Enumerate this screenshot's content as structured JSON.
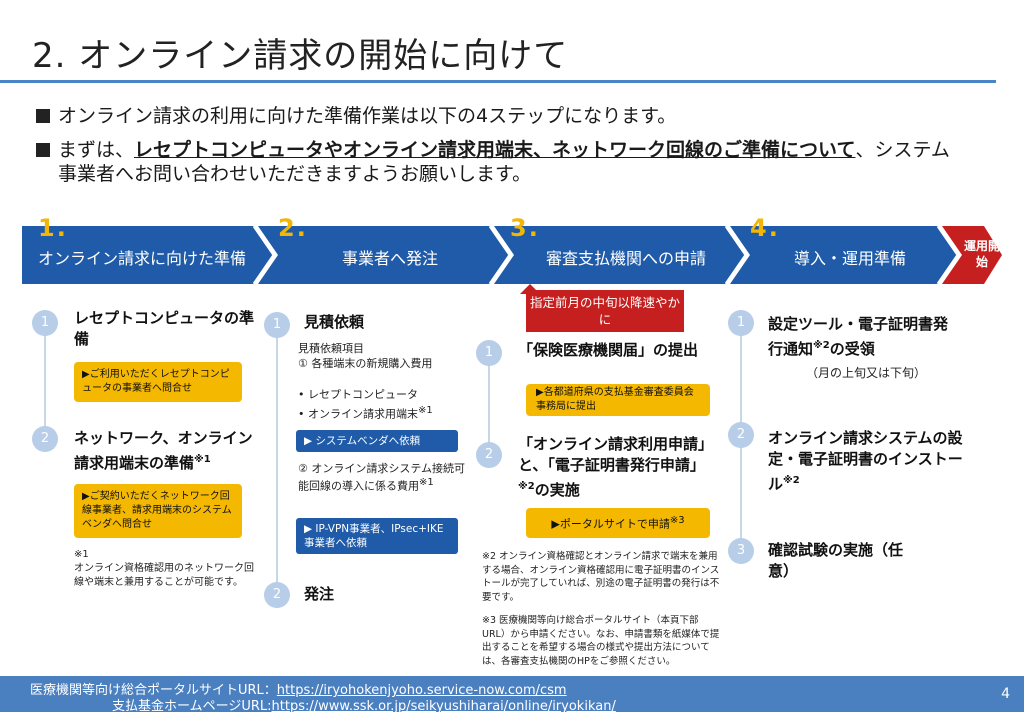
{
  "title": "2. オンライン請求の開始に向けて",
  "bullets": {
    "b1": "オンライン請求の利用に向けた準備作業は以下の4ステップになります。",
    "b2_pre": "まずは、",
    "b2_emph": "レセプトコンピュータやオンライン請求用端末、ネットワーク回線のご準備について",
    "b2_post": "、システム",
    "b2_line2": "事業者へお問い合わせいただきますようお願いします。"
  },
  "steps": [
    {
      "num": "1.",
      "label": "オンライン請求に向けた準備"
    },
    {
      "num": "2.",
      "label": "事業者へ発注"
    },
    {
      "num": "3.",
      "label": "審査支払機関への申請"
    },
    {
      "num": "4.",
      "label": "導入・運用準備"
    }
  ],
  "goal_label": "運用開始",
  "colors": {
    "bar": "#1f5ba8",
    "goal": "#c61f1f",
    "accent": "#f2b705"
  },
  "col1": {
    "i1_num": "1",
    "i1_title": "レセプトコンピュータの準備",
    "i1_box": "▶ご利用いただくレセプトコンピュータの事業者へ問合せ",
    "i2_num": "2",
    "i2_title": "ネットワーク、オンライン請求用端末の準備",
    "i2_sup": "※1",
    "i2_box": "▶ご契約いただくネットワーク回線事業者、請求用端末のシステムベンダへ問合せ",
    "note_mark": "※1",
    "note": "オンライン資格確認用のネットワーク回線や端末と兼用することが可能です。"
  },
  "col2": {
    "i1_num": "1",
    "i1_title": "見積依頼",
    "list_head": "見積依頼項目",
    "l1": "① 各種端末の新規購入費用",
    "l2": "• レセプトコンピュータ",
    "l3": "• オンライン請求用端末",
    "l3_sup": "※1",
    "box1": "▶ システムベンダへ依頼",
    "l4": "② オンライン請求システム接続可能回線の導入に係る費用",
    "l4_sup": "※1",
    "box2": "▶ IP-VPN事業者、IPsec+IKE事業者へ依頼",
    "i2_num": "2",
    "i2_title": "発注"
  },
  "col3": {
    "red": "指定前月の中旬以降速やかに",
    "i1_num": "1",
    "i1_title": "「保険医療機関届」の提出",
    "i1_box": "▶各都道府県の支払基金審査委員会事務局に提出",
    "i2_num": "2",
    "i2_title_a": "「オンライン請求利用申請」と、「電子証明書発行申請」",
    "i2_sup": "※2",
    "i2_title_b": "の実施",
    "i2_box": "▶ポータルサイトで申請",
    "i2_box_sup": "※3",
    "note2": "※2 オンライン資格確認とオンライン請求で端末を兼用する場合、オンライン資格確認用に電子証明書のインストールが完了していれば、別途の電子証明書の発行は不要です。",
    "note3": "※3 医療機関等向け総合ポータルサイト（本頁下部URL）から申請ください。なお、申請書類を紙媒体で提出することを希望する場合の様式や提出方法については、各審査支払機関のHPをご参照ください。"
  },
  "col4": {
    "i1_num": "1",
    "i1_title": "設定ツール・電子証明書発行通知",
    "i1_sup": "※2",
    "i1_title_b": "の受領",
    "i1_sub": "（月の上旬又は下旬）",
    "i2_num": "2",
    "i2_title": "オンライン請求システムの設定・電子証明書のインストール",
    "i2_sup": "※2",
    "i3_num": "3",
    "i3_title": "確認試験の実施（任意）"
  },
  "footer": {
    "l1_label": "医療機関等向け総合ポータルサイトURL：",
    "l1_url": "https://iryohokenjyoho.service-now.com/csm",
    "l2_label": "支払基金ホームページURL:",
    "l2_url": "https://www.ssk.or.jp/seikyushiharai/online/iryokikan/",
    "page": "4"
  }
}
